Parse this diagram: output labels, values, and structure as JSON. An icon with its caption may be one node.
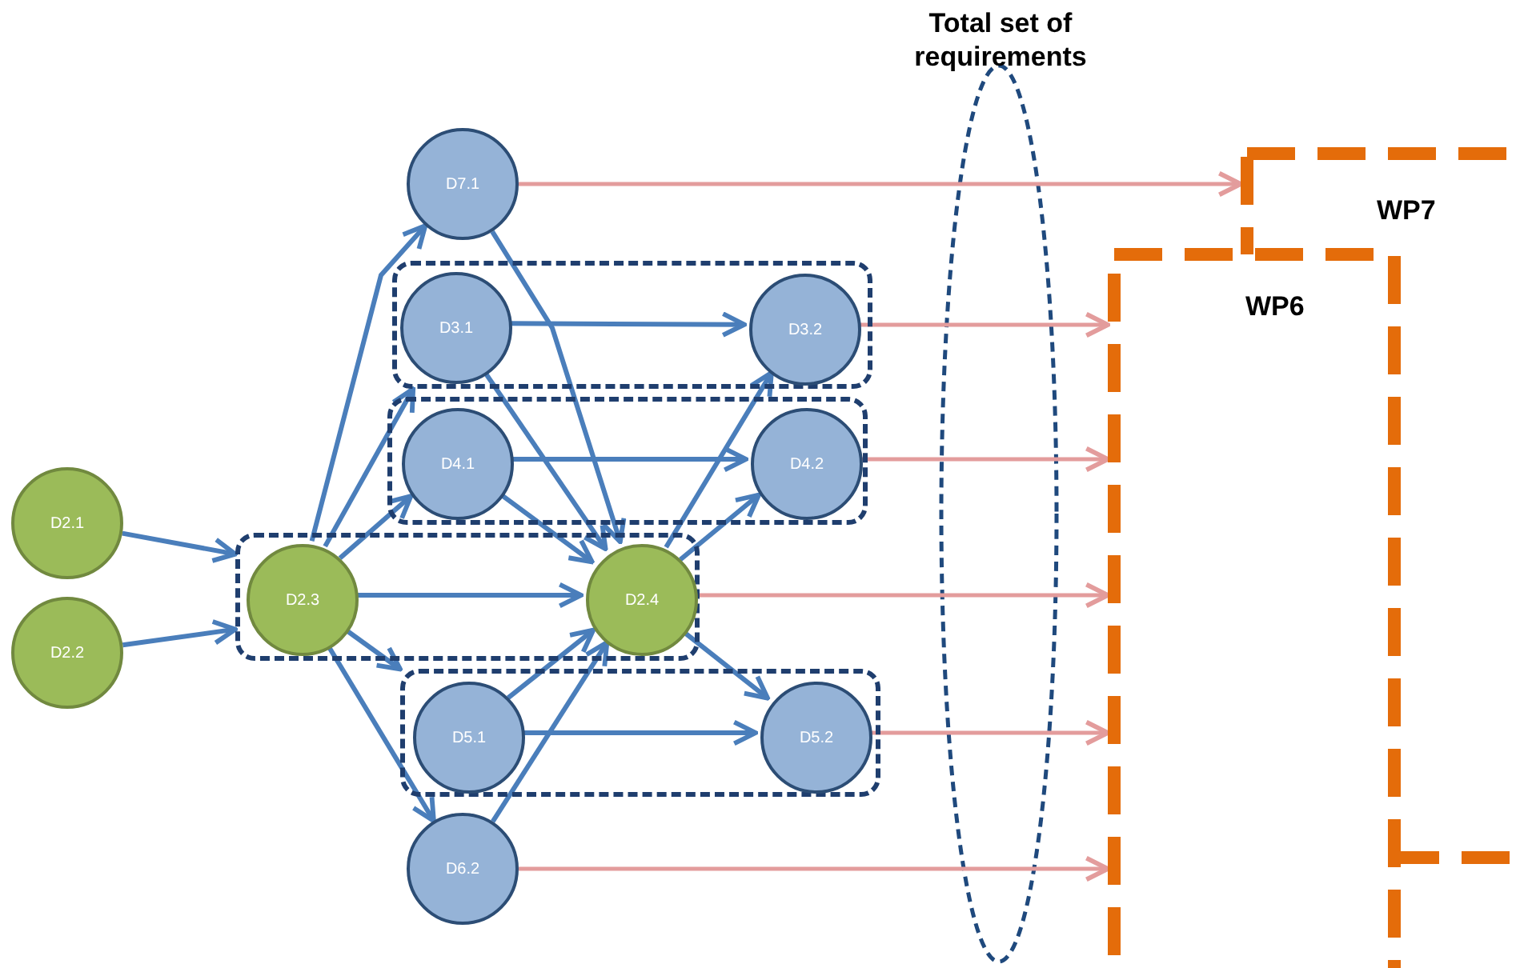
{
  "diagram": {
    "nodes": [
      {
        "text": [
          "WP7"
        ]
      },
      {
        "text": [
          "WP6"
        ]
      },
      {
        "text": [
          "D7.1"
        ]
      },
      {
        "text": [],
        "shape": "box"
      },
      {
        "text": [
          "D3.1"
        ],
        "in": 3
      },
      {
        "text": [
          "D3.2"
        ],
        "in": 3
      },
      {
        "text": [],
        "shape": "box"
      },
      {
        "text": [
          "D4.1"
        ],
        "in": 6
      },
      {
        "text": [
          "D4.2"
        ],
        "in": 6
      },
      {
        "text": [
          "D2.1"
        ]
      },
      {
        "text": [
          "D2.2"
        ]
      },
      {
        "text": [],
        "shape": "box"
      },
      {
        "text": [
          "D2.3"
        ],
        "in": 11
      },
      {
        "text": [
          "D2.4"
        ],
        "in": 11
      },
      {
        "text": [],
        "shape": "box"
      },
      {
        "text": [
          "D5.1"
        ],
        "in": 14
      },
      {
        "text": [
          "D5.2"
        ],
        "in": 14
      },
      {
        "text": [
          "D6.2"
        ]
      }
    ],
    "edges": [
      {
        "from": 9,
        "to": 11,
        "arrow": "to"
      },
      {
        "from": 10,
        "to": 11,
        "arrow": "to"
      },
      {
        "from": 12,
        "to": 2,
        "arrow": "to"
      },
      {
        "from": 12,
        "to": 3,
        "arrow": "to"
      },
      {
        "from": 12,
        "to": 7,
        "arrow": "to"
      },
      {
        "from": 12,
        "to": 13,
        "arrow": "to"
      },
      {
        "from": 12,
        "to": 14,
        "arrow": "to"
      },
      {
        "from": 12,
        "to": 17,
        "arrow": "to"
      },
      {
        "from": 2,
        "to": 13,
        "arrow": "to"
      },
      {
        "from": 4,
        "to": 5,
        "arrow": "to"
      },
      {
        "from": 4,
        "to": 13,
        "arrow": "to"
      },
      {
        "from": 7,
        "to": 8,
        "arrow": "to"
      },
      {
        "from": 7,
        "to": 13,
        "arrow": "to"
      },
      {
        "from": 13,
        "to": 5,
        "arrow": "to"
      },
      {
        "from": 13,
        "to": 8,
        "arrow": "to"
      },
      {
        "from": 13,
        "to": 16,
        "arrow": "to"
      },
      {
        "from": 15,
        "to": 13,
        "arrow": "to"
      },
      {
        "from": 15,
        "to": 16,
        "arrow": "to"
      },
      {
        "from": 17,
        "to": 13,
        "arrow": "to"
      },
      {
        "from": 2,
        "to": 0,
        "arrow": "to",
        "color": "#e39c9c"
      },
      {
        "from": 5,
        "to": 1,
        "arrow": "to",
        "color": "#e39c9c"
      },
      {
        "from": 8,
        "to": 1,
        "arrow": "to",
        "color": "#e39c9c"
      },
      {
        "from": 13,
        "to": 1,
        "arrow": "to",
        "color": "#e39c9c"
      },
      {
        "from": 16,
        "to": 1,
        "arrow": "to",
        "color": "#e39c9c"
      },
      {
        "from": 17,
        "to": 1,
        "arrow": "to",
        "color": "#e39c9c"
      }
    ],
    "labels": [
      "Total set of requirements"
    ]
  }
}
